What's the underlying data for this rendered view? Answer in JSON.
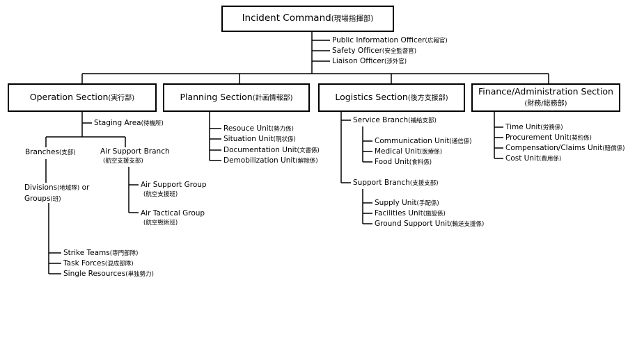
{
  "top": {
    "en": "Incident Command",
    "jp": "(現場指揮部)"
  },
  "staff": [
    {
      "en": "Public Information Officer",
      "jp": "(広報官)"
    },
    {
      "en": "Safety Officer",
      "jp": "(安全監督官)"
    },
    {
      "en": "Liaison Officer",
      "jp": "(渉外官)"
    }
  ],
  "operation": {
    "en": "Operation Section",
    "jp": "(実行部)",
    "staging": {
      "en": "Staging Area",
      "jp": "(待機所)"
    },
    "branches": {
      "en": "Branches",
      "jp": "(支部)"
    },
    "air_branch": {
      "en": "Air Support Branch",
      "jp": "(航空支援支部)"
    },
    "air_support_group": {
      "en": "Air Support Group",
      "jp": "(航空支援班)"
    },
    "air_tactical_group": {
      "en": "Air Tactical Group",
      "jp": "(航空戦術班)"
    },
    "divisions": {
      "en": "Divisions",
      "jp": "(地域隊)",
      "or": "or"
    },
    "groups": {
      "en": "Groups",
      "jp": "(班)"
    },
    "resources": [
      {
        "en": "Strike Teams",
        "jp": "(専門部隊)"
      },
      {
        "en": "Task Forces",
        "jp": "(混成部隊)"
      },
      {
        "en": "Single Resources",
        "jp": "(単独勢力)"
      }
    ]
  },
  "planning": {
    "en": "Planning Section",
    "jp": "(計画情報部)",
    "units": [
      {
        "en": "Resouce Unit",
        "jp": "(勢力係)"
      },
      {
        "en": "Situation Unit",
        "jp": "(現状係)"
      },
      {
        "en": "Documentation Unit",
        "jp": "(文書係)"
      },
      {
        "en": "Demobilization Unit",
        "jp": "(解除係)"
      }
    ]
  },
  "logistics": {
    "en": "Logistics Section",
    "jp": "(後方支援部)",
    "service_branch": {
      "en": "Service Branch",
      "jp": "(補給支部)"
    },
    "service_units": [
      {
        "en": "Communication Unit",
        "jp": "(通信係)"
      },
      {
        "en": "Medical Unit",
        "jp": "(医療係)"
      },
      {
        "en": "Food Unit",
        "jp": "(食料係)"
      }
    ],
    "support_branch": {
      "en": "Support Branch",
      "jp": "(支援支部)"
    },
    "support_units": [
      {
        "en": "Supply Unit",
        "jp": "(手配係)"
      },
      {
        "en": "Facilities Unit",
        "jp": "(施設係)"
      },
      {
        "en": "Ground Support Unit",
        "jp": "(輸送支援係)"
      }
    ]
  },
  "finance": {
    "en": "Finance/Administration Section",
    "jp": "(財務/総務部)",
    "units": [
      {
        "en": "Time Unit",
        "jp": "(労務係)"
      },
      {
        "en": "Procurement Unit",
        "jp": "(契約係)"
      },
      {
        "en": "Compensation/Claims Unit",
        "jp": "(賠償係)"
      },
      {
        "en": "Cost Unit",
        "jp": "(費用係)"
      }
    ]
  }
}
